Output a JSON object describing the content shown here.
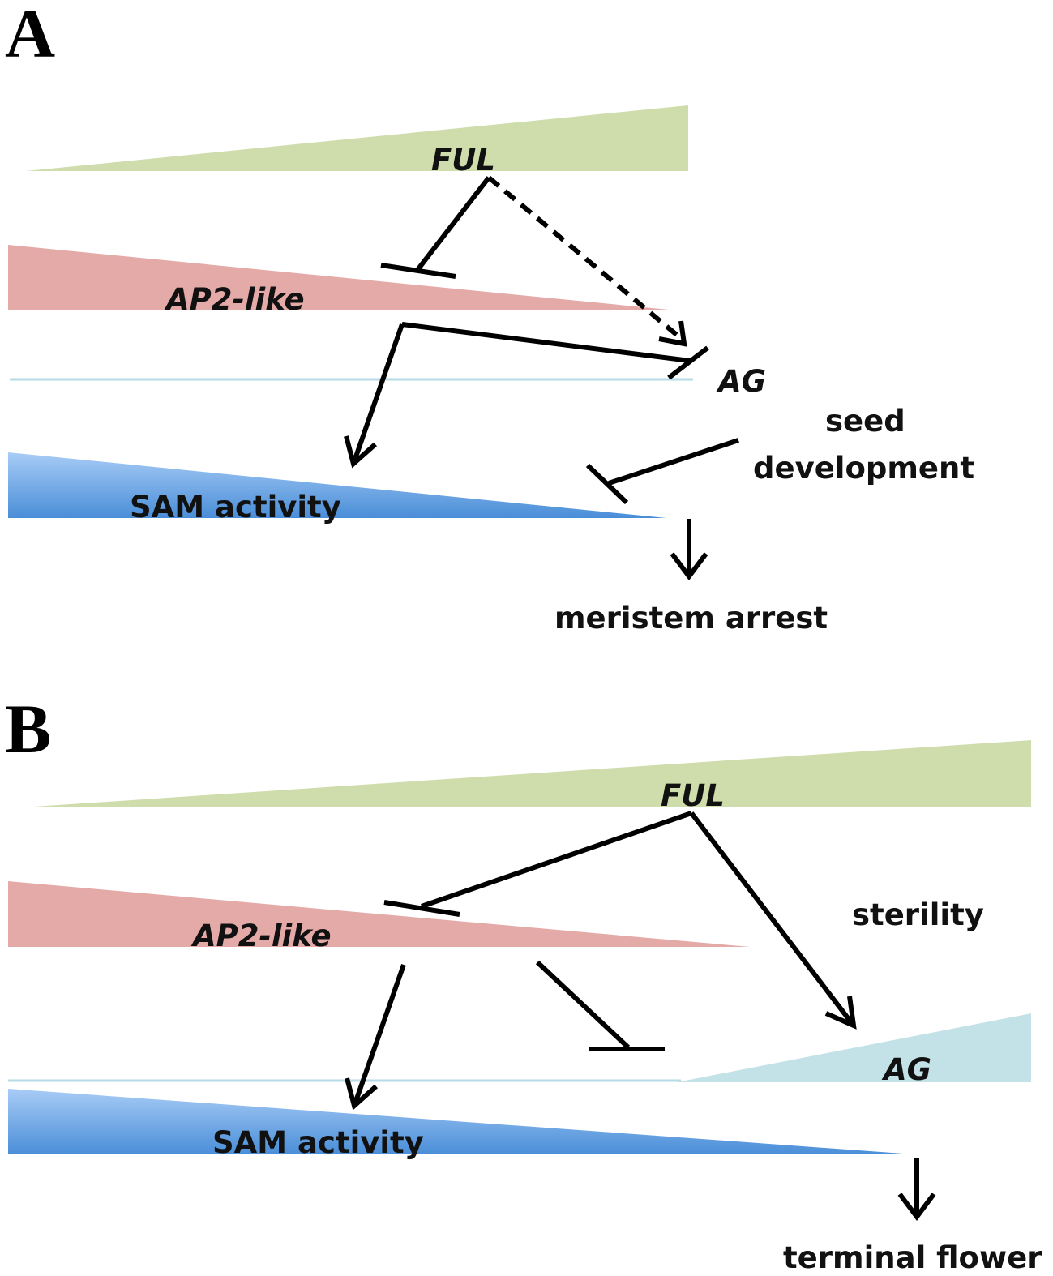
{
  "colors": {
    "ful_green": "#cfdcab",
    "ap2_pink": "#e4aaa8",
    "sam_blue_light": "#a8ccf6",
    "sam_blue_dark": "#4a8ed8",
    "ag_light_blue": "#c3e2e8",
    "ag_line": "#b6dbe6",
    "arrow": "#000000"
  },
  "panel_a": {
    "label": "A",
    "ful": "FUL",
    "ap2": "AP2-like",
    "ag": "AG",
    "sam": "SAM activity",
    "seed_line1": "seed",
    "seed_line2": "development",
    "outcome": "meristem arrest"
  },
  "panel_b": {
    "label": "B",
    "ful": "FUL",
    "ap2": "AP2-like",
    "ag": "AG",
    "sam": "SAM activity",
    "sterility": "sterility",
    "outcome": "terminal flower"
  }
}
